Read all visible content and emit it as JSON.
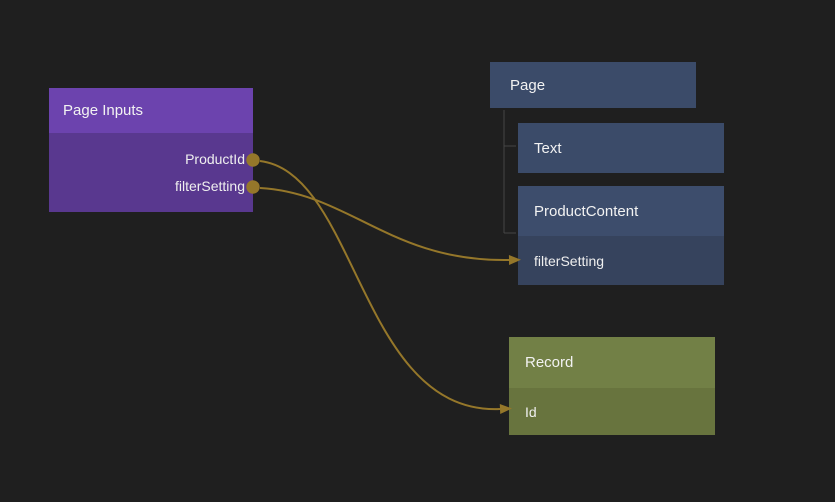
{
  "canvas": {
    "background": "#1F1F1F"
  },
  "colors": {
    "connector": "#95772A",
    "tree_line": "#454545",
    "purple_header": "#6C43AE",
    "purple_body": "#59388F",
    "slate_box": "#3B4B69",
    "slate_header": "#3D4D6C",
    "slate_row": "#36435D",
    "olive_header": "#728046",
    "olive_row": "#68743E",
    "label_text": "#F2F2F2"
  },
  "nodes": {
    "page_inputs": {
      "title": "Page Inputs",
      "outputs": [
        {
          "label": "ProductId"
        },
        {
          "label": "filterSetting"
        }
      ]
    },
    "page": {
      "title": "Page"
    },
    "text": {
      "title": "Text"
    },
    "product_content": {
      "title": "ProductContent",
      "fields": [
        {
          "label": "filterSetting"
        }
      ]
    },
    "record": {
      "title": "Record",
      "fields": [
        {
          "label": "Id"
        }
      ]
    }
  },
  "connections": [
    {
      "from": "Page Inputs.ProductId",
      "to": "Record.Id"
    },
    {
      "from": "Page Inputs.filterSetting",
      "to": "ProductContent.filterSetting"
    }
  ]
}
